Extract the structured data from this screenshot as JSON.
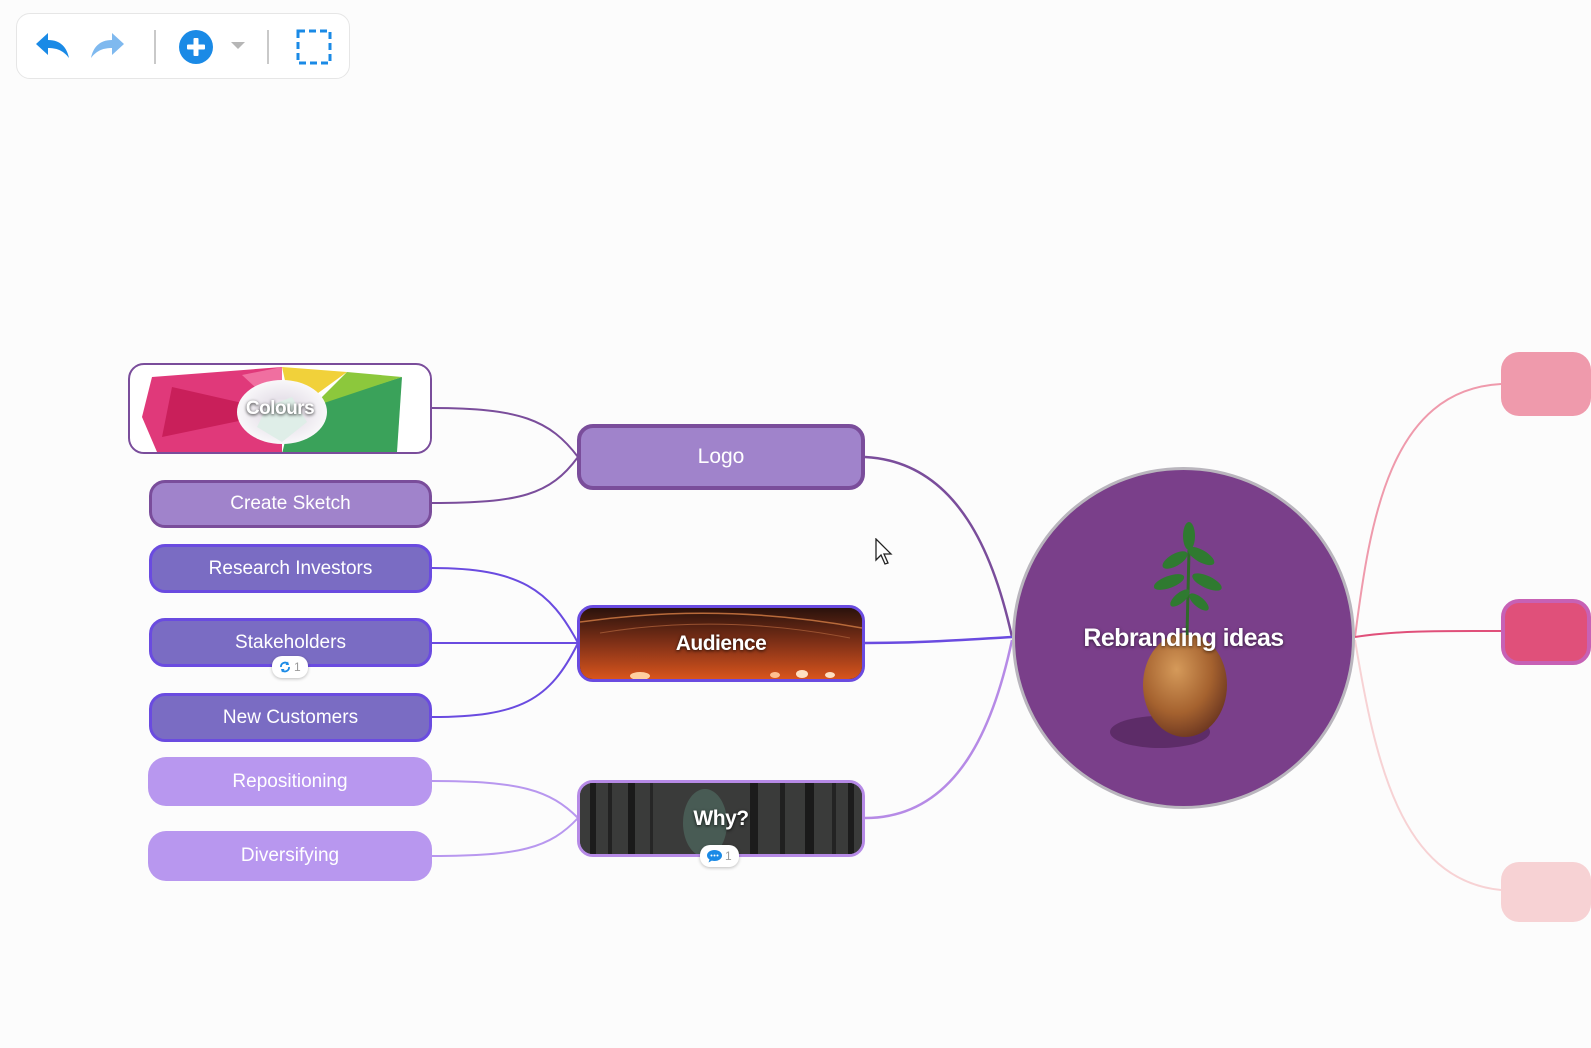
{
  "toolbar": {
    "undo_icon": "undo-arrow-icon",
    "redo_icon": "redo-arrow-icon",
    "add_icon": "plus-circle-icon",
    "dropdown_icon": "caret-down-icon",
    "select_icon": "dashed-selection-icon",
    "accent_color": "#1a8ae6",
    "redo_color": "#7fb9ef"
  },
  "root": {
    "label": "Rebranding ideas",
    "color": "#7a3f8a",
    "image": "egg-plant-sprout"
  },
  "branches": {
    "logo": {
      "label": "Logo",
      "children": {
        "colours": "Colours",
        "create_sketch": "Create Sketch"
      }
    },
    "audience": {
      "label": "Audience",
      "children": {
        "research_investors": "Research Investors",
        "stakeholders": "Stakeholders",
        "new_customers": "New Customers"
      },
      "stakeholders_badge": {
        "icon": "sync-icon",
        "count": "1"
      }
    },
    "why": {
      "label": "Why?",
      "children": {
        "repositioning": "Repositioning",
        "diversifying": "Diversifying"
      },
      "comment_badge": {
        "icon": "comment-bubble-icon",
        "count": "1"
      }
    }
  },
  "colors": {
    "logo_fill": "#a083cb",
    "logo_border": "#7a4d9b",
    "audience_fill": "#7a6cc3",
    "audience_border": "#6a4be0",
    "why_fill": "#b897ef",
    "why_border": "#b68ae6",
    "right_top": "#ef9aac",
    "right_mid": "#e0507a",
    "right_bottom": "#f7d2d4"
  }
}
